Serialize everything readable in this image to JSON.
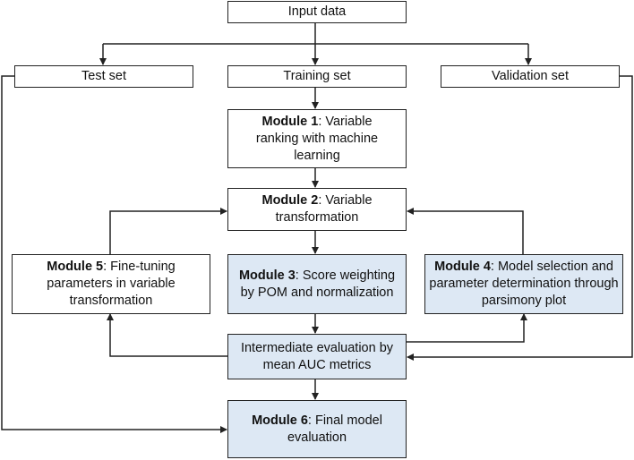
{
  "nodes": {
    "input": {
      "text": "Input data"
    },
    "test": {
      "text": "Test set"
    },
    "training": {
      "text": "Training set"
    },
    "validation": {
      "text": "Validation set"
    },
    "module1": {
      "title": "Module 1",
      "text": ": Variable ranking with machine learning"
    },
    "module2": {
      "title": "Module 2",
      "text": ": Variable transformation"
    },
    "module3": {
      "title": "Module 3",
      "text": ": Score weighting by POM and normalization"
    },
    "module4": {
      "title": "Module 4",
      "text": ": Model selection and parameter determination through parsimony plot"
    },
    "module5": {
      "title": "Module 5",
      "text": ": Fine-tuning parameters in variable transformation"
    },
    "intermediate": {
      "text": "Intermediate evaluation by mean AUC metrics"
    },
    "module6": {
      "title": "Module 6",
      "text": ": Final model evaluation"
    }
  },
  "colors": {
    "highlight_fill": "#dde8f4",
    "stroke": "#222222"
  }
}
